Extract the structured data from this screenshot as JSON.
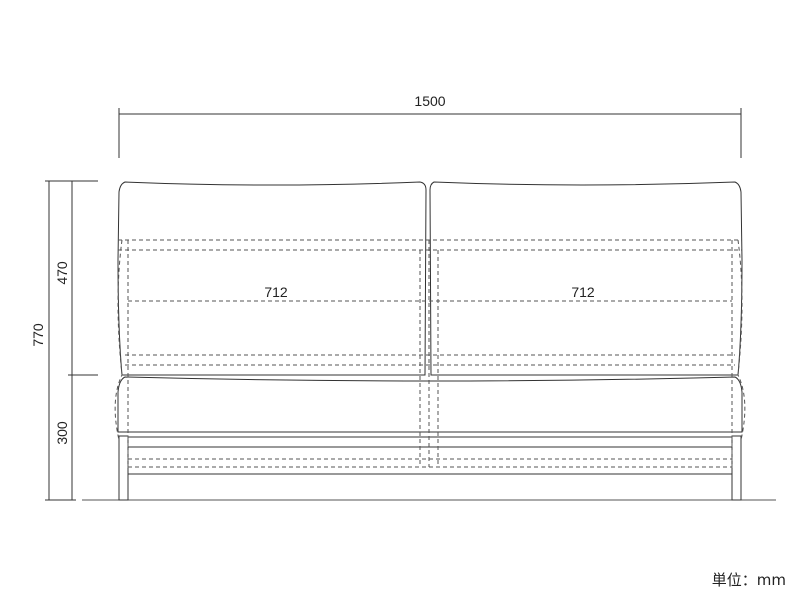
{
  "dimensions": {
    "overall_width": "1500",
    "seat_width_left": "712",
    "seat_width_right": "712",
    "overall_height": "770",
    "back_height": "470",
    "seat_height": "300"
  },
  "unit_label": "単位：mm"
}
